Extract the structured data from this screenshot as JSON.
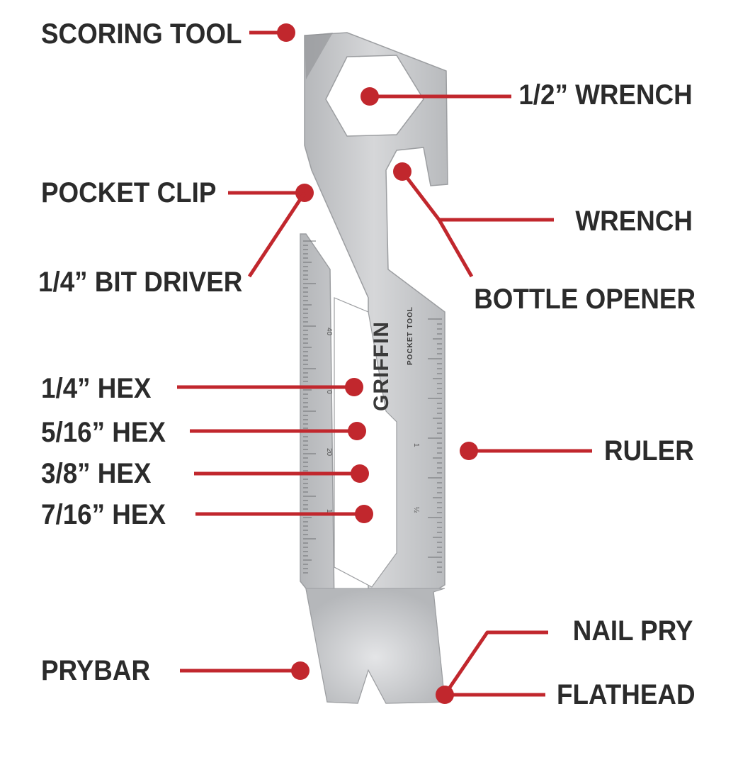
{
  "tool": {
    "brand": "GRIFFIN",
    "subtitle": "POCKET TOOL",
    "metal_color": "#c9cacc",
    "tick_labels_metric": [
      "40",
      "0",
      "20",
      "1"
    ],
    "tick_labels_imperial": [
      "1",
      "½"
    ]
  },
  "accent_color": "#c1272d",
  "label_color": "#2b2b2b",
  "labels": {
    "scoring_tool": "SCORING TOOL",
    "half_wrench": "1/2” WRENCH",
    "pocket_clip": "POCKET CLIP",
    "wrench": "WRENCH",
    "bit_driver": "1/4” BIT DRIVER",
    "bottle_opener": "BOTTLE OPENER",
    "hex_quarter": "1/4” HEX",
    "hex_five_sixteenths": "5/16” HEX",
    "ruler": "RULER",
    "hex_three_eighths": "3/8” HEX",
    "hex_seven_sixteenths": "7/16” HEX",
    "nail_pry": "NAIL PRY",
    "prybar": "PRYBAR",
    "flathead": "FLATHEAD"
  }
}
